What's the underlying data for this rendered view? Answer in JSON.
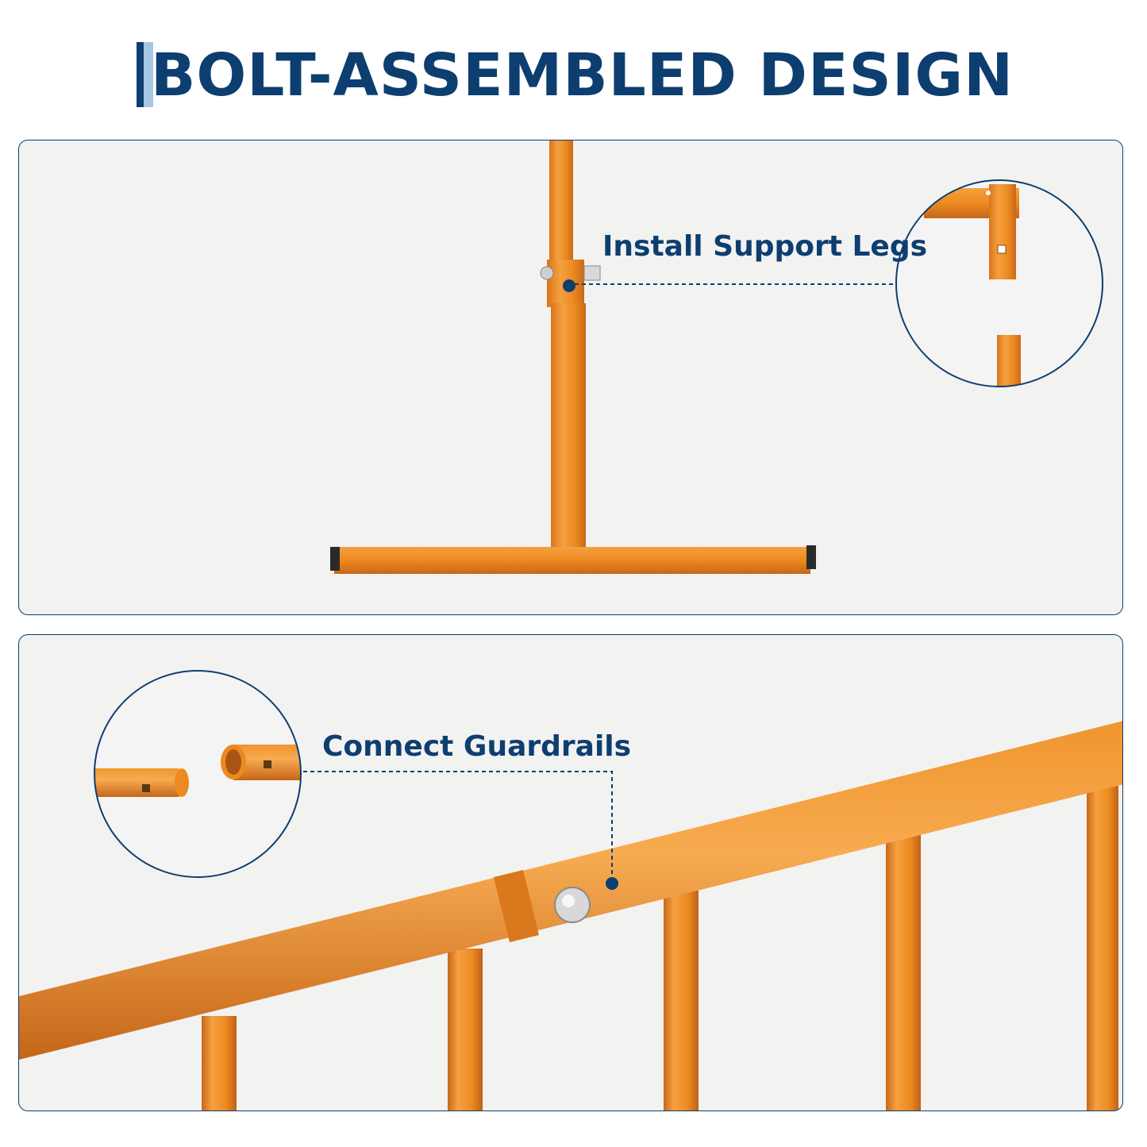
{
  "header": {
    "title": "BOLT-ASSEMBLED DESIGN"
  },
  "colors": {
    "brand_navy": "#0d3e70",
    "accent_light_blue": "#a7c6e3",
    "steel_orange": "#ec8a1f",
    "panel_background": "#f2f2f1"
  },
  "panels": [
    {
      "caption": "Install Support Legs",
      "image_subject": "orange T-shaped support leg bolted to fence post",
      "inset_subject": "separated leg tube and post ends"
    },
    {
      "caption": "Connect Guardrails",
      "image_subject": "orange guardrail sections joined with bolt",
      "inset_subject": "separated guardrail tube ends"
    }
  ]
}
